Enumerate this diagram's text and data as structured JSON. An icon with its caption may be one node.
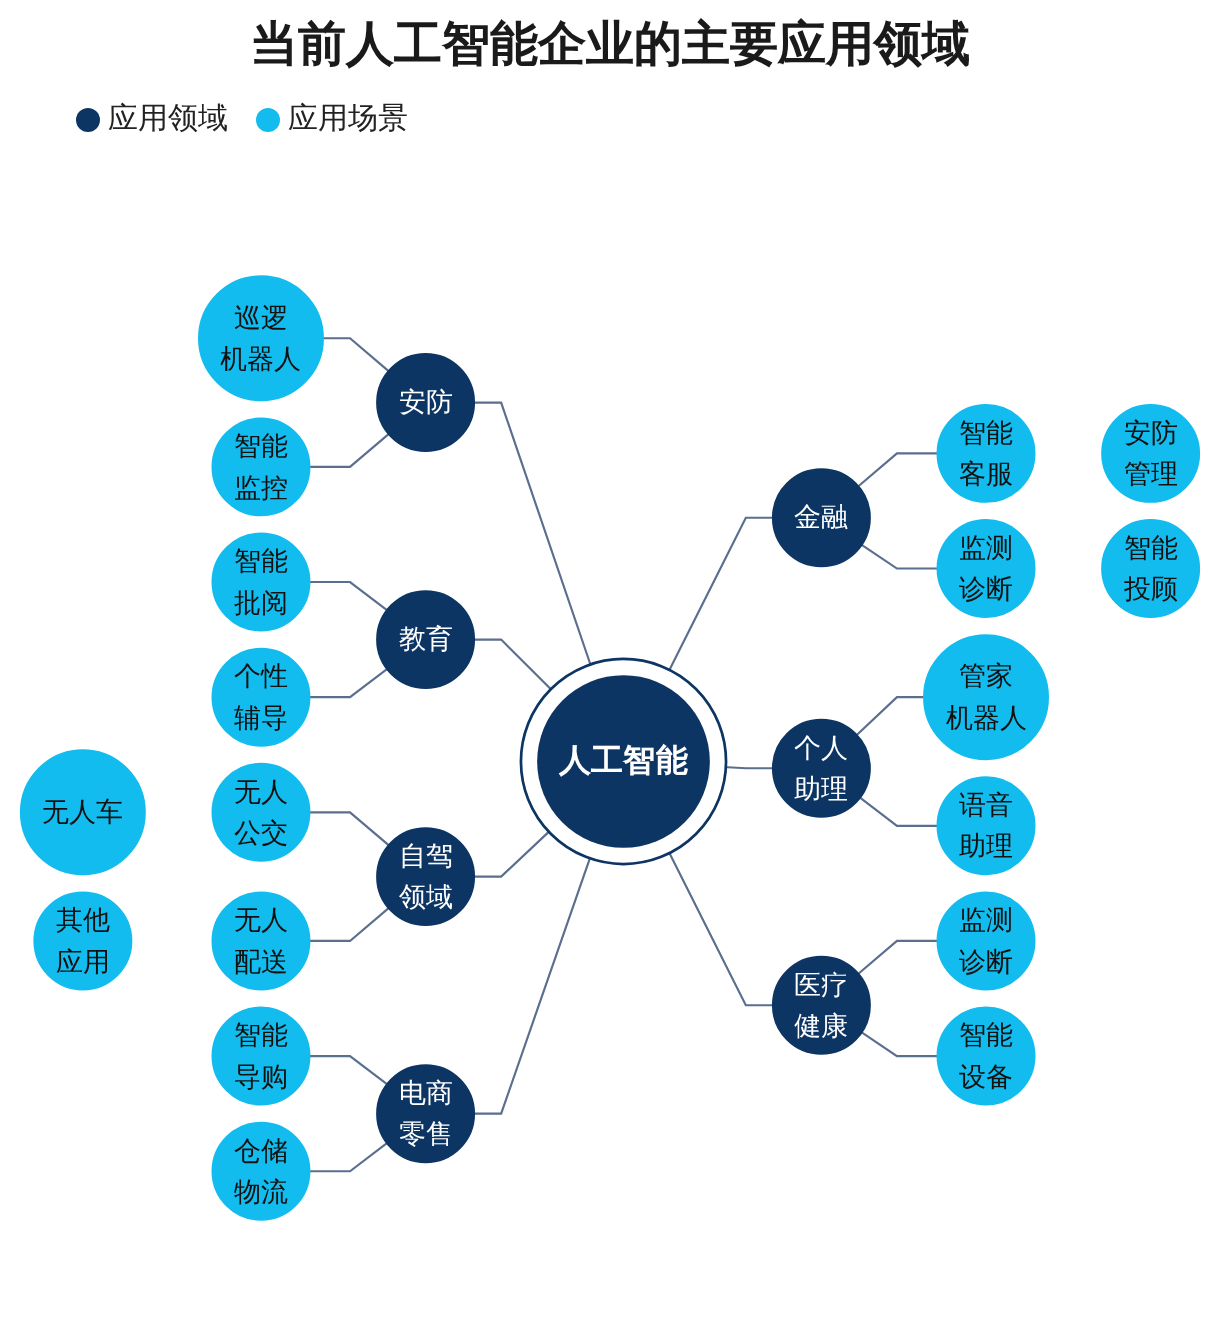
{
  "diagram": {
    "title": "当前人工智能企业的主要应用领域",
    "nodes": [
      {
        "text": [
          "人工智能"
        ]
      },
      {
        "text": [
          "安防"
        ]
      },
      {
        "text": [
          "金融"
        ]
      },
      {
        "text": [
          "个人助理"
        ]
      },
      {
        "text": [
          "医疗健康"
        ]
      },
      {
        "text": [
          "教育"
        ]
      },
      {
        "text": [
          "自驾领域"
        ]
      },
      {
        "text": [
          "电商零售"
        ]
      },
      {
        "text": [
          "巡逻机器人"
        ]
      },
      {
        "text": [
          "智能监控"
        ]
      },
      {
        "text": [
          "安防管理"
        ]
      },
      {
        "text": [
          "智能客服"
        ]
      },
      {
        "text": [
          "智能投顾"
        ]
      },
      {
        "text": [
          "监测诊断"
        ]
      },
      {
        "text": [
          "管家机器人"
        ]
      },
      {
        "text": [
          "语音助理"
        ]
      },
      {
        "text": [
          "监测诊断"
        ]
      },
      {
        "text": [
          "智能设备"
        ]
      },
      {
        "text": [
          "智能批阅"
        ]
      },
      {
        "text": [
          "个性辅导"
        ]
      },
      {
        "text": [
          "无人公交"
        ]
      },
      {
        "text": [
          "无人车"
        ]
      },
      {
        "text": [
          "无人配送"
        ]
      },
      {
        "text": [
          "其他应用"
        ]
      },
      {
        "text": [
          "智能导购"
        ]
      },
      {
        "text": [
          "仓储物流"
        ]
      }
    ],
    "edges": [
      {
        "from": 0,
        "to": 1,
        "arrow": "none"
      },
      {
        "from": 0,
        "to": 2,
        "arrow": "none"
      },
      {
        "from": 0,
        "to": 3,
        "arrow": "none"
      },
      {
        "from": 0,
        "to": 4,
        "arrow": "none"
      },
      {
        "from": 0,
        "to": 5,
        "arrow": "none"
      },
      {
        "from": 0,
        "to": 6,
        "arrow": "none"
      },
      {
        "from": 0,
        "to": 7,
        "arrow": "none"
      },
      {
        "from": 1,
        "to": 8,
        "arrow": "none"
      },
      {
        "from": 1,
        "to": 9,
        "arrow": "none"
      },
      {
        "from": 2,
        "to": 11,
        "arrow": "none"
      },
      {
        "from": 2,
        "to": 13,
        "arrow": "none"
      },
      {
        "from": 3,
        "to": 14,
        "arrow": "none"
      },
      {
        "from": 3,
        "to": 15,
        "arrow": "none"
      },
      {
        "from": 4,
        "to": 16,
        "arrow": "none"
      },
      {
        "from": 4,
        "to": 17,
        "arrow": "none"
      },
      {
        "from": 5,
        "to": 18,
        "arrow": "none"
      },
      {
        "from": 5,
        "to": 19,
        "arrow": "none"
      },
      {
        "from": 6,
        "to": 20,
        "arrow": "none"
      },
      {
        "from": 6,
        "to": 22,
        "arrow": "none"
      },
      {
        "from": 7,
        "to": 24,
        "arrow": "none"
      },
      {
        "from": 7,
        "to": 25,
        "arrow": "none"
      }
    ],
    "legend": [
      {
        "text": "应用领域",
        "color": "#0c3563"
      },
      {
        "text": "应用场景",
        "color": "#12bcee"
      }
    ]
  }
}
